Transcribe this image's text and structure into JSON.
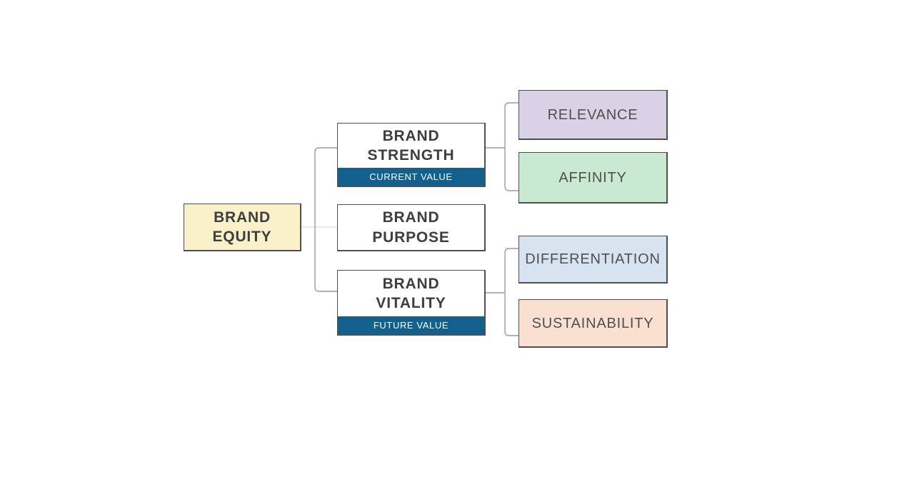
{
  "diagram": {
    "title": "Brand Equity diagram",
    "nodes": {
      "brand_equity": {
        "label": "BRAND\nEQUITY"
      },
      "brand_strength": {
        "label": "BRAND\nSTRENGTH",
        "banner": "CURRENT VALUE"
      },
      "brand_purpose": {
        "label": "BRAND\nPURPOSE"
      },
      "brand_vitality": {
        "label": "BRAND\nVITALITY",
        "banner": "FUTURE VALUE"
      },
      "relevance": {
        "label": "RELEVANCE"
      },
      "affinity": {
        "label": "AFFINITY"
      },
      "differentiation": {
        "label": "DIFFERENTIATION"
      },
      "sustainability": {
        "label": "SUSTAINABILITY"
      }
    },
    "edges": [
      {
        "from": "brand_equity",
        "to": "brand_strength"
      },
      {
        "from": "brand_equity",
        "to": "brand_purpose"
      },
      {
        "from": "brand_equity",
        "to": "brand_vitality"
      },
      {
        "from": "brand_strength",
        "to": "relevance"
      },
      {
        "from": "brand_strength",
        "to": "affinity"
      },
      {
        "from": "brand_vitality",
        "to": "differentiation"
      },
      {
        "from": "brand_vitality",
        "to": "sustainability"
      }
    ]
  },
  "colors": {
    "brand_equity_fill": "#FAF0C9",
    "brand_strength_fill": "#FFFFFF",
    "brand_purpose_fill": "#FFFFFF",
    "brand_vitality_fill": "#FFFFFF",
    "banner_fill": "#11608E",
    "banner_text": "#FFFFFF",
    "relevance_fill": "#DBD1E7",
    "affinity_fill": "#C9E9D2",
    "differentiation_fill": "#D7E3F0",
    "sustainability_fill": "#FAE0D1",
    "box_border": "#4F4F4F",
    "title_text": "#3E3E3E",
    "leaf_text": "#4F4F4F",
    "connector": "#9C9C9C",
    "connector_faint": "#E9E9E9"
  }
}
